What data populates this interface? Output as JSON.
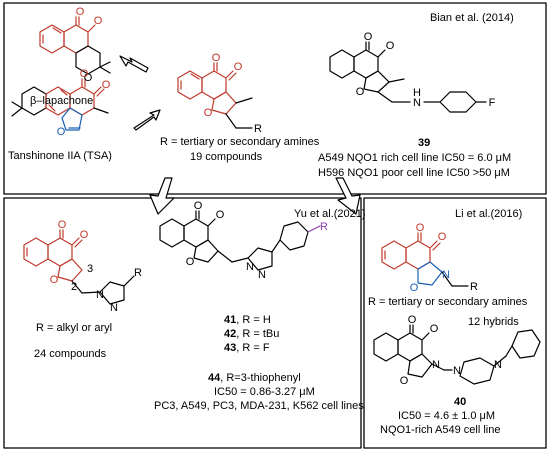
{
  "top": {
    "beta_lapachone": "β–lapachone",
    "tanshinone": "Tanshinone IIA (TSA)",
    "rgroup": "R = tertiary or secondary amines",
    "count": "19 compounds",
    "citation": "Bian et al. (2014)",
    "compound_id": "39",
    "line1": "A549 NQO1 rich cell line IC50 = 6.0 μM",
    "line2": "H596 NQO1 poor cell line  IC50 >50 μM"
  },
  "left": {
    "rgroup": "R = alkyl or aryl",
    "count": "24 compounds"
  },
  "middle": {
    "citation": "Yu et al.(2021)",
    "c41": "41",
    "r41": ", R = H",
    "c42": "42",
    "r42": ", R = tBu",
    "c43": "43",
    "r43": ", R = F",
    "c44": "44",
    "r44": ",  R=3-thiophenyl",
    "ic50": "IC50 = 0.86-3.27 μM",
    "cells": "PC3, A549, PC3, MDA-231, K562 cell lines"
  },
  "right": {
    "citation": "Li et al.(2016)",
    "rgroup": "R = tertiary or secondary amines",
    "count": "12 hybrids",
    "compound_id": "40",
    "ic50": "IC50 = 4.6 ± 1.0 μM",
    "cells": "NQO1-rich A549 cell line"
  },
  "atoms": {
    "O": "O",
    "N": "N",
    "R": "R",
    "H": "H",
    "F": "F",
    "n2": "2",
    "n3": "3"
  },
  "colors": {
    "scaffold": "#c0392b",
    "purple": "#8e44ad",
    "frame": "#000000"
  }
}
